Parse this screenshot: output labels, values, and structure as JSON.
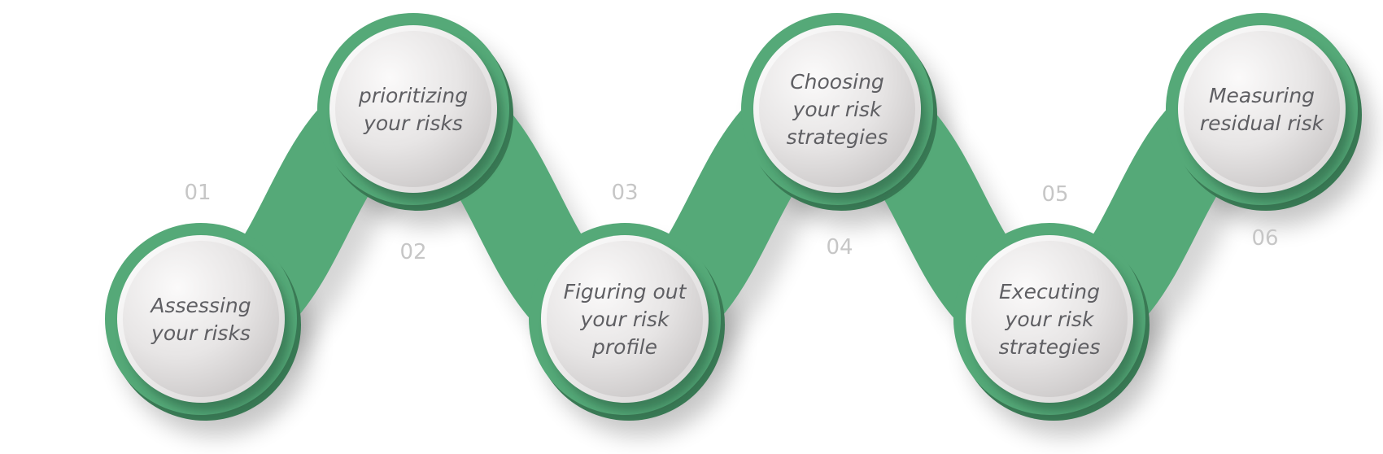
{
  "colors": {
    "band": "#55a978",
    "band_shadow": "#3a7a55",
    "disc_light": "#fbfafa",
    "disc_dark": "#cbc8c8",
    "step_text": "#5f5f63",
    "number_text": "#c6c6c6"
  },
  "steps": [
    {
      "number": "01",
      "lines": [
        "Assessing",
        "your risks"
      ]
    },
    {
      "number": "02",
      "lines": [
        "prioritizing",
        "your risks"
      ]
    },
    {
      "number": "03",
      "lines": [
        "Figuring out",
        "your risk",
        "profile"
      ]
    },
    {
      "number": "04",
      "lines": [
        "Choosing",
        "your risk",
        "strategies"
      ]
    },
    {
      "number": "05",
      "lines": [
        "Executing",
        "your risk",
        "strategies"
      ]
    },
    {
      "number": "06",
      "lines": [
        "Measuring",
        "residual risk"
      ]
    }
  ]
}
